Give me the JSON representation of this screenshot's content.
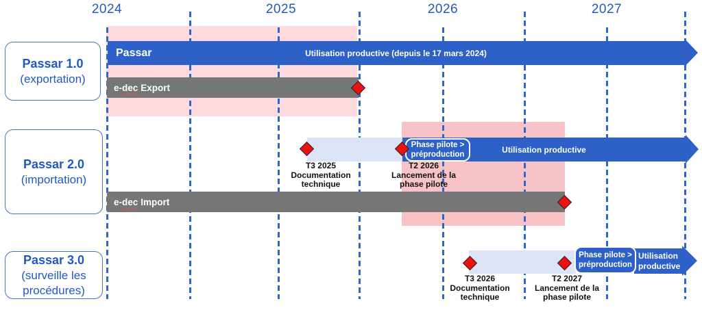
{
  "colors": {
    "accent_blue": "#2d61c8",
    "blue_text": "#2158c6",
    "pink_light": "#fcdadd",
    "pink_strong": "#f8c3c6",
    "lavender": "#dbe3f4",
    "gray_bar": "#767676",
    "milestone_red": "#ec1212"
  },
  "years": [
    "2024",
    "2025",
    "2026",
    "2027"
  ],
  "side_boxes": [
    {
      "title": "Passar 1.0",
      "subtitle": "(exportation)"
    },
    {
      "title": "Passar 2.0",
      "subtitle": "(importation)"
    },
    {
      "title": "Passar 3.0",
      "subtitle": "(surveille les procédures)"
    }
  ],
  "rows": {
    "passar1": {
      "name": "Passar",
      "status": "Utilisation productive (depuis le 17 mars 2024)"
    },
    "edec_export": {
      "prefix": "e-",
      "spell": "dec",
      "rest": "Export"
    },
    "passar2": {
      "milestone_doc": {
        "quarter": "T3 2025",
        "label": "Documentation technique"
      },
      "milestone_pilot": {
        "quarter": "T2 2026",
        "label": "Lancement de la phase pilote"
      },
      "badge": {
        "line1": "Phase pilote >",
        "line2": "préproduction"
      },
      "arrow_label": "Utilisation productive"
    },
    "edec_import": {
      "prefix": "e-",
      "spell": "dec",
      "rest": "Import"
    },
    "passar3": {
      "milestone_doc": {
        "quarter": "T3 2026",
        "label": "Documentation technique"
      },
      "milestone_pilot": {
        "quarter": "T2 2027",
        "label": "Lancement de la phase pilote"
      },
      "badge": {
        "line1": "Phase pilote >",
        "line2": "préproduction"
      },
      "arrow_label_line1": "Utilisation",
      "arrow_label_line2": "productive"
    }
  }
}
